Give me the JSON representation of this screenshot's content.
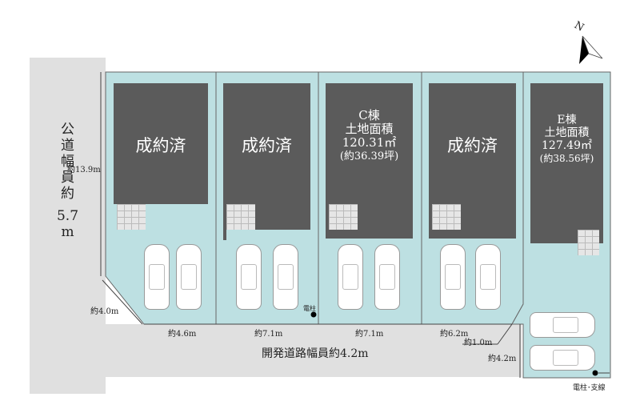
{
  "public_road": {
    "label_chars": [
      "公",
      "道",
      "幅",
      "員",
      "約"
    ],
    "width_value": "5.7",
    "width_unit": "m"
  },
  "north_label": "N",
  "lots": [
    {
      "id": "A",
      "status": "成約済"
    },
    {
      "id": "B",
      "status": "成約済"
    },
    {
      "id": "C",
      "title": "C棟",
      "area_label": "土地面積",
      "area_sqm": "120.31㎡",
      "area_tsubo": "(約36.39坪)"
    },
    {
      "id": "D",
      "status": "成約済"
    },
    {
      "id": "E",
      "title": "E棟",
      "area_label": "土地面積",
      "area_sqm": "127.49㎡",
      "area_tsubo": "(約38.56坪)"
    }
  ],
  "dimensions": {
    "depth": "約13.9m",
    "corner": "約4.0m",
    "frontages": [
      "約4.6m",
      "約7.1m",
      "約7.1m",
      "約6.2m"
    ],
    "offset": "約1.0m",
    "road_right": "約4.2m"
  },
  "dev_road_label": "開発道路幅員約4.2m",
  "pole_label": "電柱",
  "pole_guy_label": "電柱･支線",
  "colors": {
    "lot": "#bde0e2",
    "building": "#5b5b5b",
    "road": "#e0e0e0"
  }
}
